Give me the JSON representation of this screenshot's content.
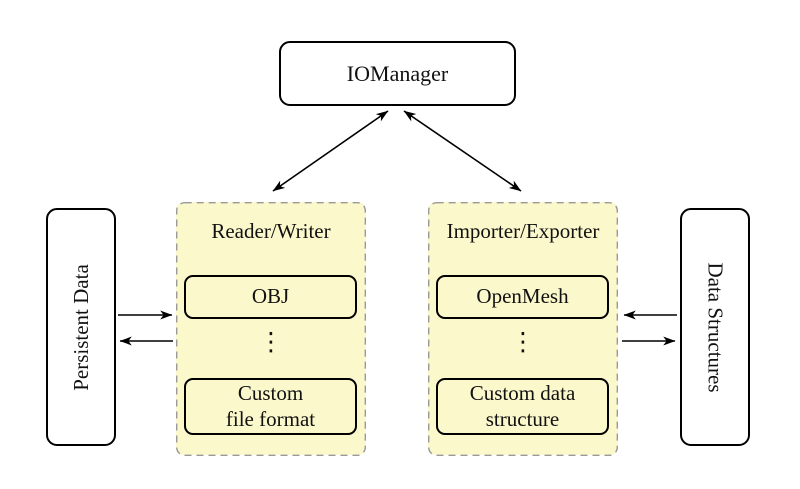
{
  "diagram": {
    "iomanager_label": "IOManager",
    "persistent_data_label": "Persistent Data",
    "data_structures_label": "Data Structures",
    "ellipsis": "⋮",
    "reader_writer": {
      "title": "Reader/Writer",
      "items": [
        "OBJ",
        "Custom\nfile format"
      ]
    },
    "importer_exporter": {
      "title": "Importer/Exporter",
      "items": [
        "OpenMesh",
        "Custom data\nstructure"
      ]
    }
  },
  "colors": {
    "background": "#ffffff",
    "panel_fill": "#fbf8cb",
    "panel_border": "#999999",
    "node_border": "#000000",
    "arrow": "#000000"
  }
}
